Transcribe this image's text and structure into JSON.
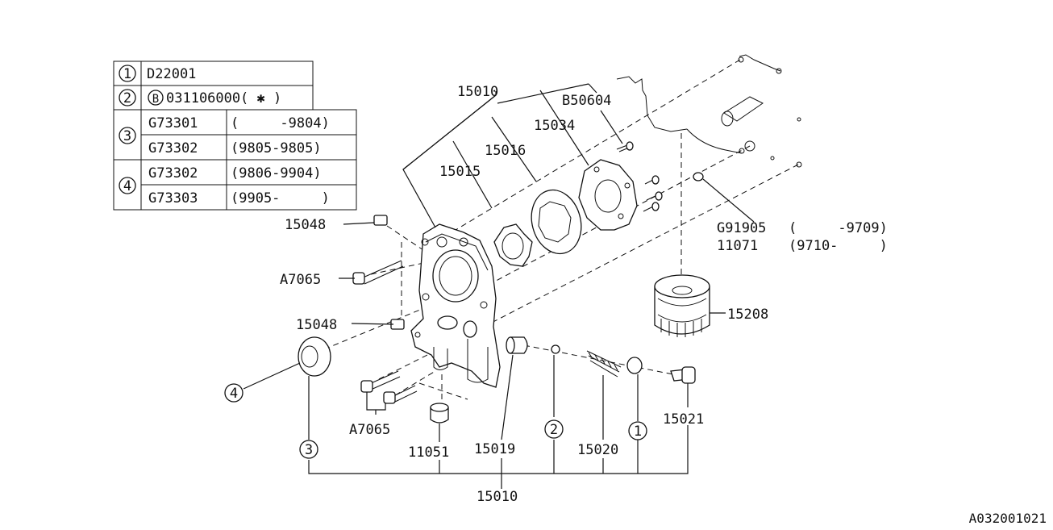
{
  "legend": {
    "rows": [
      {
        "num": "1",
        "parts": [
          {
            "code": "D22001",
            "range": ""
          }
        ]
      },
      {
        "num": "2",
        "prefix": "B",
        "parts": [
          {
            "code": "031106000",
            "range": "( ✱ )"
          }
        ]
      },
      {
        "num": "3",
        "parts": [
          {
            "code": "G73301",
            "range": "(     -9804)"
          },
          {
            "code": "G73302",
            "range": "(9805-9805)"
          }
        ]
      },
      {
        "num": "4",
        "parts": [
          {
            "code": "G73302",
            "range": "(9806-9904)"
          },
          {
            "code": "G73303",
            "range": "(9905-     )"
          }
        ]
      }
    ]
  },
  "labels": {
    "p15010_top": "15010",
    "b50604": "B50604",
    "p15034": "15034",
    "p15016": "15016",
    "p15015": "15015",
    "p15048_a": "15048",
    "a7065_a": "A7065",
    "p15048_b": "15048",
    "g91905": "G91905",
    "g91905_range": "(     -9709)",
    "p11071": "11071",
    "p11071_range": "(9710-     )",
    "p15208": "15208",
    "a7065_b": "A7065",
    "p11051": "11051",
    "p15019": "15019",
    "p15020": "15020",
    "p15021": "15021",
    "p15010_bottom": "15010",
    "callout_4": "4",
    "callout_3": "3",
    "callout_2": "2",
    "callout_1": "1"
  },
  "footer": {
    "diagram_id": "A032001021"
  }
}
